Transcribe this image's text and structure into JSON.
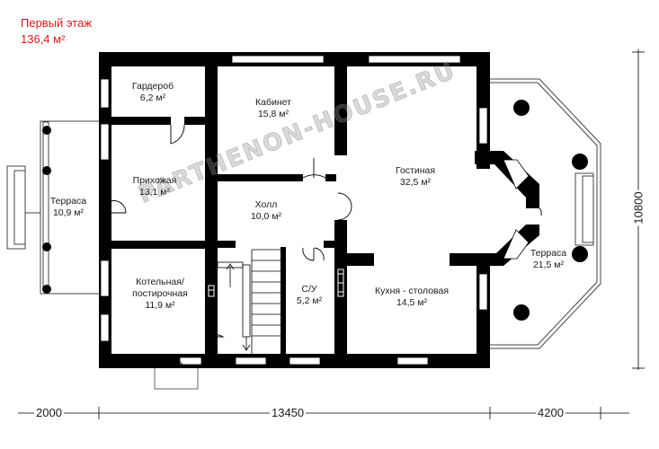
{
  "header": {
    "floor": "Первый этаж",
    "area": "136,4 м²"
  },
  "watermark": "PARTHENON-HOUSE.RU",
  "rooms": [
    {
      "name": "Гардероб",
      "area": "6,2 м²"
    },
    {
      "name": "Кабинет",
      "area": "15,8 м²"
    },
    {
      "name": "Гостиная",
      "area": "32,5 м²"
    },
    {
      "name": "Прихожая",
      "area": "13,1 м²"
    },
    {
      "name": "Терраса",
      "area": "10,9 м²"
    },
    {
      "name": "Холл",
      "area": "10,0 м²"
    },
    {
      "name": "Котельная/",
      "name2": "постирочная",
      "area": "11,9 м²"
    },
    {
      "name": "С/У",
      "area": "5,2 м²"
    },
    {
      "name": "Кухня - столовая",
      "area": "14,5 м²"
    },
    {
      "name": "Терраса",
      "area": "21,5 м²"
    }
  ],
  "dimensions": {
    "left": "2000",
    "center": "13450",
    "right": "4200",
    "height": "10800"
  },
  "colors": {
    "wall": "#000000",
    "title": "#e0151b",
    "window": "#ffffff"
  }
}
